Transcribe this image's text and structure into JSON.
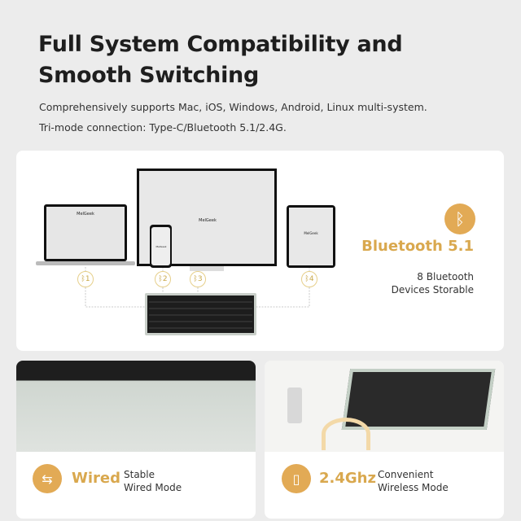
{
  "header": {
    "title_line1": "Full System Compatibility and",
    "title_line2": "Smooth Switching",
    "subtitle_line1": "Comprehensively supports Mac, iOS, Windows, Android, Linux multi-system.",
    "subtitle_line2": "Tri-mode connection: Type-C/Bluetooth 5.1/2.4G."
  },
  "bluetooth_panel": {
    "brand_on_screens": "MelGeek",
    "channels": [
      "1",
      "2",
      "3",
      "4"
    ],
    "heading": "Bluetooth 5.1",
    "desc_line1": "8 Bluetooth",
    "desc_line2": "Devices Storable",
    "icon": "bluetooth-icon"
  },
  "wired_panel": {
    "heading": "Wired",
    "desc_line1": "Stable",
    "desc_line2": "Wired Mode",
    "icon": "usb-cable-icon"
  },
  "wireless_panel": {
    "heading": "2.4Ghz",
    "desc_line1": "Convenient",
    "desc_line2": "Wireless Mode",
    "icon": "usb-dongle-icon"
  },
  "colors": {
    "accent": "#e2aa55",
    "heading_gold": "#d9a84e",
    "background": "#ececec"
  }
}
